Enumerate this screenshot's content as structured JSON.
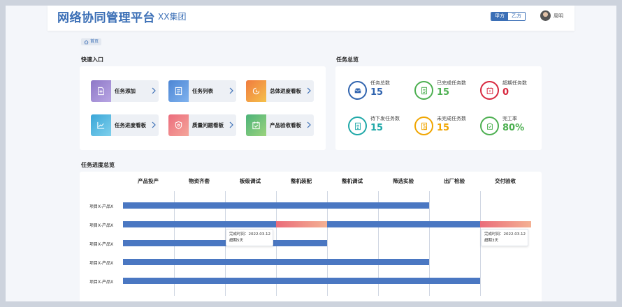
{
  "header": {
    "title": "网络协同管理平台",
    "company": "XX集团",
    "party_a": "甲方",
    "party_b": "乙方",
    "user_name": "周明"
  },
  "breadcrumb": {
    "home": "首页"
  },
  "quick_entry": {
    "title": "快速入口",
    "items": [
      {
        "label": "任务添加",
        "icon": "add-file-icon"
      },
      {
        "label": "任务列表",
        "icon": "list-icon"
      },
      {
        "label": "总体进度看板",
        "icon": "progress-refresh-icon"
      },
      {
        "label": "任务进度看板",
        "icon": "trend-chart-icon"
      },
      {
        "label": "质量问题看板",
        "icon": "shield-icon"
      },
      {
        "label": "产品验收看板",
        "icon": "calendar-check-icon"
      }
    ]
  },
  "overview": {
    "title": "任务总览",
    "items": [
      {
        "label": "任务总数",
        "value": "15",
        "color": "#2f63ae",
        "icon": "inbox-icon"
      },
      {
        "label": "已完成任务数",
        "value": "15",
        "color": "#4caf50",
        "icon": "document-check-icon"
      },
      {
        "label": "超期任务数",
        "value": "0",
        "color": "#d7263d",
        "icon": "overdue-calendar-icon"
      },
      {
        "label": "待下发任务数",
        "value": "15",
        "color": "#1fa8a8",
        "icon": "document-send-icon"
      },
      {
        "label": "未完成任务数",
        "value": "15",
        "color": "#f0a500",
        "icon": "document-pending-icon"
      },
      {
        "label": "完工率",
        "value": "80%",
        "color": "#4caf50",
        "icon": "completion-icon"
      }
    ]
  },
  "gantt": {
    "title": "任务进度总览",
    "stages": [
      "产品投产",
      "物资齐套",
      "板级调试",
      "整机装配",
      "整机调试",
      "筛选实验",
      "出厂检验",
      "交付验收"
    ],
    "rows": [
      {
        "label": "项目X-产品X",
        "progress_stages": 6,
        "overdue_stage": null
      },
      {
        "label": "项目X-产品X",
        "progress_stages": 8,
        "overdue_stage": [
          3,
          7
        ]
      },
      {
        "label": "项目X-产品X",
        "progress_stages": 4,
        "overdue_stage": null
      },
      {
        "label": "项目X-产品X",
        "progress_stages": 6,
        "overdue_stage": null
      },
      {
        "label": "项目X-产品X",
        "progress_stages": 7,
        "overdue_stage": null
      }
    ],
    "tooltips": [
      {
        "line1": "完成时间：2022.03.12",
        "line2": "超期5天"
      },
      {
        "line1": "完成时间：2022.03.12",
        "line2": "超期3天"
      }
    ]
  }
}
